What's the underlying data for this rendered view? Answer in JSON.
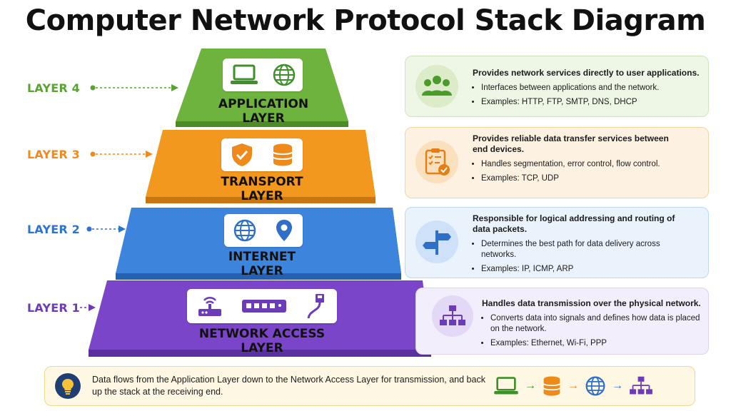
{
  "title": "Computer Network Protocol Stack Diagram",
  "colors": {
    "application": "#6fb33f",
    "transport": "#f2981f",
    "internet": "#3d84dd",
    "network_access": "#7a45c8"
  },
  "layers": [
    {
      "label": "LAYER 4",
      "name_line1": "APPLICATION",
      "name_line2": "LAYER",
      "icons": [
        "laptop-icon",
        "globe-icon"
      ],
      "card_icon": "users-icon",
      "heading": "Provides network services directly to user applications.",
      "bullets": [
        "Interfaces between applications and the network.",
        "Examples: HTTP, FTP, SMTP, DNS, DHCP"
      ]
    },
    {
      "label": "LAYER 3",
      "name_line1": "TRANSPORT",
      "name_line2": "LAYER",
      "icons": [
        "shield-check-icon",
        "database-icon"
      ],
      "card_icon": "clipboard-check-icon",
      "heading": "Provides reliable data transfer services between end devices.",
      "bullets": [
        "Handles segmentation, error control, flow control.",
        "Examples: TCP, UDP"
      ]
    },
    {
      "label": "LAYER 2",
      "name_line1": "INTERNET",
      "name_line2": "LAYER",
      "icons": [
        "globe-icon",
        "location-pin-icon"
      ],
      "card_icon": "signpost-icon",
      "heading": "Responsible for logical addressing and routing of data packets.",
      "bullets": [
        "Determines the best path for data delivery across networks.",
        "Examples: IP, ICMP, ARP"
      ]
    },
    {
      "label": "LAYER 1",
      "name_line1": "NETWORK ACCESS",
      "name_line2": "LAYER",
      "icons": [
        "router-icon",
        "switch-icon",
        "ethernet-cable-icon"
      ],
      "card_icon": "network-topology-icon",
      "heading": "Handles data transmission over the physical network.",
      "bullets": [
        "Converts data into signals and defines how data is placed on the network.",
        "Examples: Ethernet, Wi-Fi, PPP"
      ]
    }
  ],
  "footer": {
    "text": "Data flows from the Application Layer down to the Network Access Layer for transmission, and back up the stack at the receiving end.",
    "icons": [
      "laptop-icon",
      "database-icon",
      "globe-icon",
      "network-topology-icon"
    ]
  }
}
